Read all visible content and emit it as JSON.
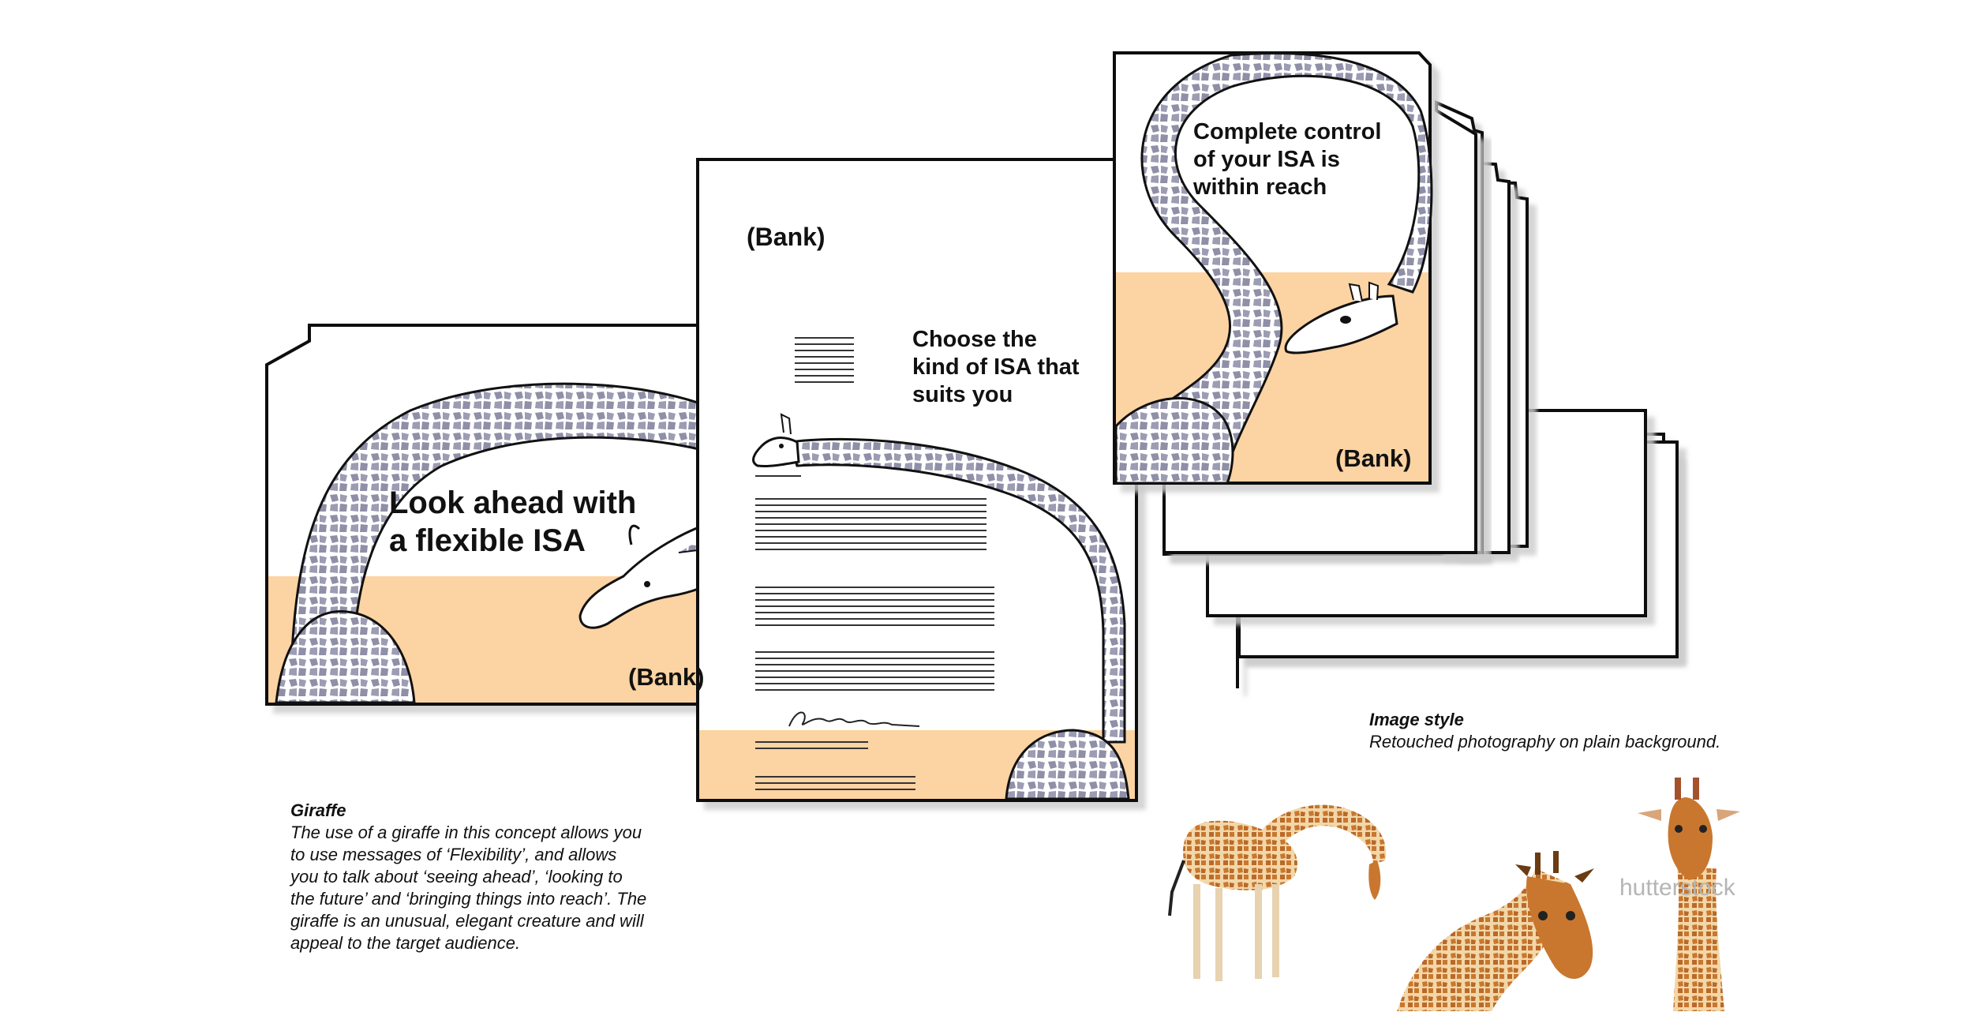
{
  "mailer": {
    "headline_line1": "Look ahead with",
    "headline_line2": "a flexible ISA",
    "bank": "(Bank)"
  },
  "letter": {
    "bank_top": "(Bank)",
    "headline_line1": "Choose the",
    "headline_line2": "kind of ISA that",
    "headline_line3": "suits you"
  },
  "brochure": {
    "headline_line1": "Complete control",
    "headline_line2": "of your ISA is",
    "headline_line3": "within reach",
    "bank": "(Bank)"
  },
  "giraffe_note": {
    "title": "Giraffe",
    "line1": "The use of a giraffe in this concept allows you",
    "line2": "to use messages of ‘Flexibility’, and allows",
    "line3": "you to talk about ‘seeing ahead’, ‘looking to",
    "line4": "the future’ and ‘bringing things into reach’. The",
    "line5": "giraffe is an unusual, elegant creature and will",
    "line6": "appeal to the target audience."
  },
  "image_style_note": {
    "title": "Image style",
    "text": "Retouched photography on plain background."
  },
  "photos": {
    "watermark": "hutterstock"
  },
  "colors": {
    "peach": "#fcd3a2",
    "giraffe_grey": "#8f8fa8",
    "giraffe_orange": "#c9772e",
    "outline": "#111111"
  }
}
